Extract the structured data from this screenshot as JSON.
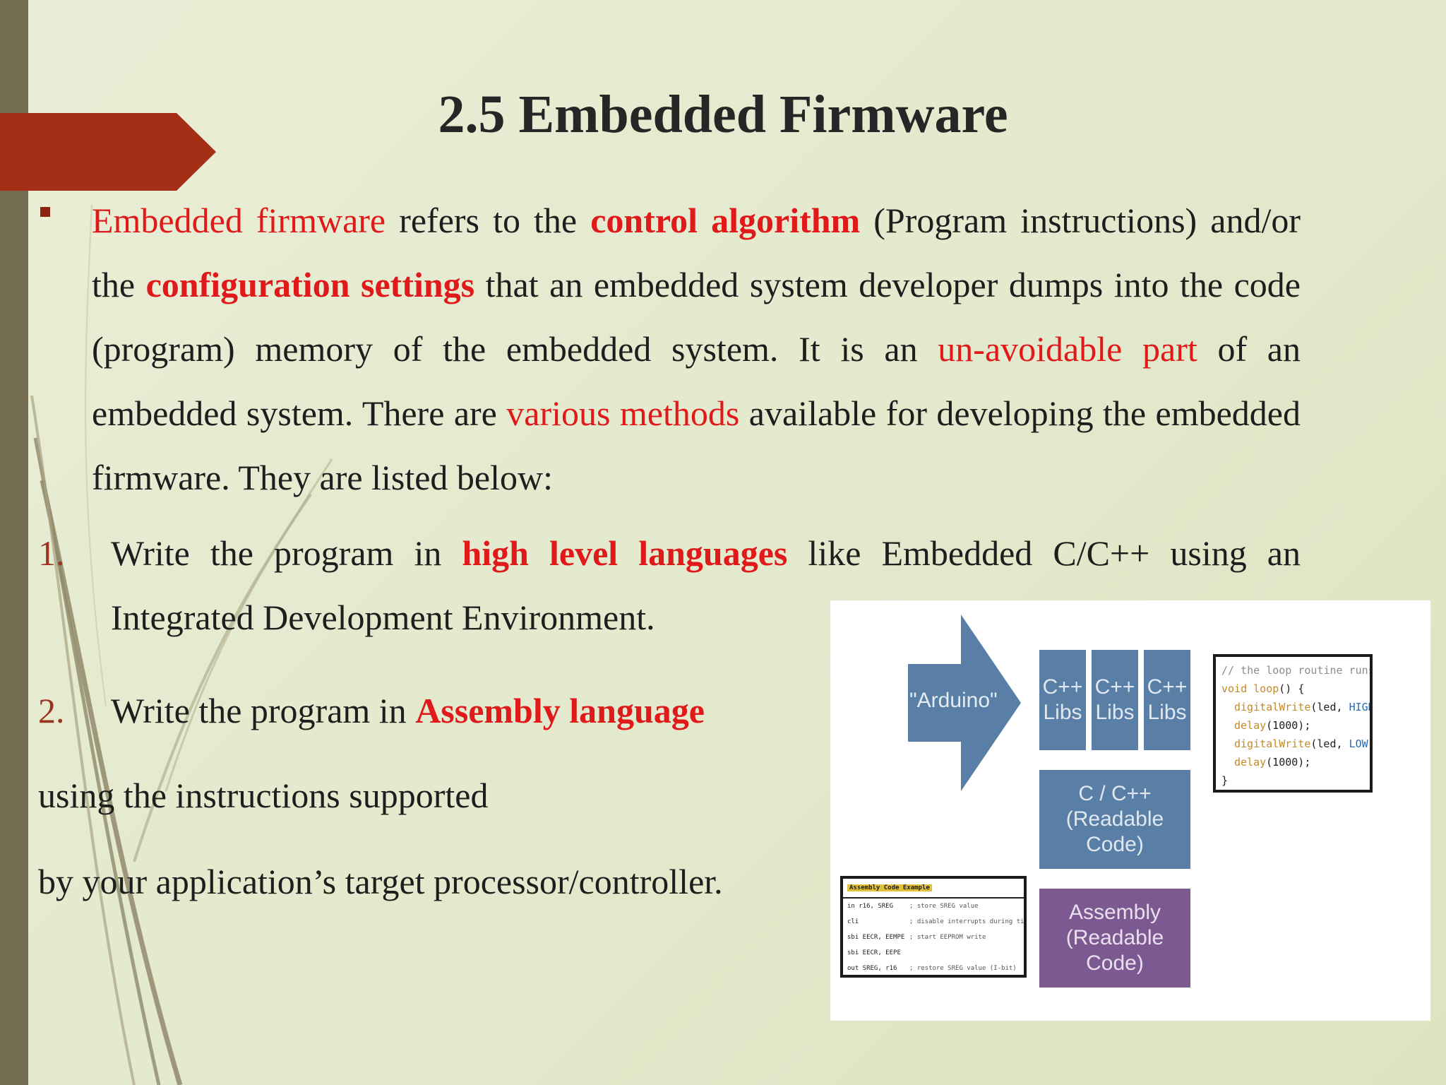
{
  "slide": {
    "title": "2.5 Embedded Firmware",
    "para": {
      "p1": "Embedded firmware",
      "p2": " refers to the ",
      "p3": "control algorithm",
      "p4": " (Program instructions) and/or the ",
      "p5": "configuration settings",
      "p6": " that an embedded system developer dumps into the code (program) memory of the embedded system. It is an ",
      "p7": "un-avoidable part",
      "p8": " of an embedded system. There are ",
      "p9": "various methods",
      "p10": " available for developing the embedded firmware. They are listed below:"
    },
    "item1": {
      "num": "1.",
      "t1": "Write the program in ",
      "t2": "high level languages",
      "t3": " like Embedded C/C++ using an Integrated Development Environment."
    },
    "item2": {
      "num": "2.",
      "t1": "Write the program in ",
      "t2": "Assembly language"
    },
    "line3": "using the instructions supported",
    "line4": "by your application’s target processor/controller."
  },
  "diagram": {
    "arrow_label": "\"Arduino\"",
    "libs": [
      {
        "l1": "C++",
        "l2": "Libs"
      },
      {
        "l1": "C++",
        "l2": "Libs"
      },
      {
        "l1": "C++",
        "l2": "Libs"
      }
    ],
    "cpp_box": {
      "l1": "C / C++",
      "l2": "(Readable Code)"
    },
    "asm_box": {
      "l1": "Assembly",
      "l2": "(Readable Code)"
    },
    "code": {
      "c1": "// the loop routine runs ove",
      "c2a": "void loop",
      "c2b": "() {",
      "c3a": "digitalWrite",
      "c3b": "(led, ",
      "c3c": "HIGH",
      "c3d": ");",
      "c4a": "delay",
      "c4b": "(1000);",
      "c5a": "digitalWrite",
      "c5b": "(led, ",
      "c5c": "LOW",
      "c5d": ");",
      "c6a": "delay",
      "c6b": "(1000);",
      "c7": "}"
    },
    "asm_code": {
      "header": "Assembly Code Example",
      "r1a": "in r16, SREG",
      "r1b": "; store SREG value",
      "r2a": "cli",
      "r2b": "; disable interrupts during timed sequence",
      "r3a": "sbi EECR, EEMPE",
      "r3b": "; start EEPROM write",
      "r4a": "sbi EECR, EEPE",
      "r4b": "",
      "r5a": "out SREG, r16",
      "r5b": "; restore SREG value (I-bit)"
    }
  }
}
